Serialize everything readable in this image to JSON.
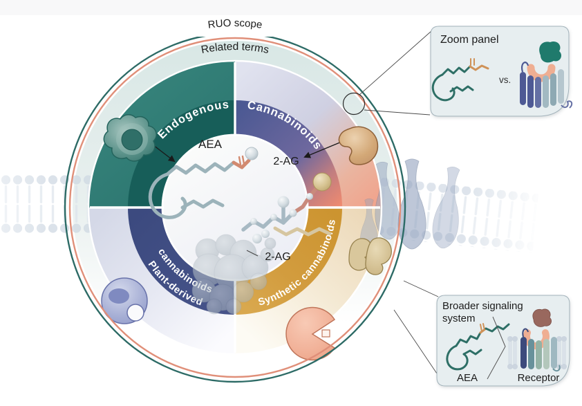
{
  "figure": {
    "outer_ring_label": "RUO scope",
    "middle_ring_label": "Related terms",
    "quadrants": {
      "endogenous": "Endogenous",
      "cannabinoids": "Cannabinoids",
      "plant_line1": "Plant-derived",
      "plant_line2": "cannabinoids",
      "synthetic": "Synthetic cannabinoids"
    },
    "molecule_labels": {
      "aea": "AEA",
      "two_ag_upper": "2-AG",
      "two_ag_lower": "2-AG"
    }
  },
  "zoom_panel": {
    "title": "Zoom panel",
    "vs_label": "vs."
  },
  "signaling_panel": {
    "title_line1": "Broader signaling",
    "title_line2": "system",
    "ligand_label": "AEA",
    "receptor_label": "Receptor"
  },
  "colors": {
    "ruo_ring_teal": "#2d6b66",
    "ruo_ring_salmon": "#e08f79",
    "related_ring_tint": "#d8e7e5",
    "endogenous_outer": "#2f7b74",
    "endogenous_band": "#175e59",
    "cannabinoids_band_start": "#4d5a94",
    "cannabinoids_band_end": "#ee8a71",
    "plant_band": "#3d4b80",
    "synthetic_band": "#cd9531",
    "panel_background": "#e7eef0"
  }
}
